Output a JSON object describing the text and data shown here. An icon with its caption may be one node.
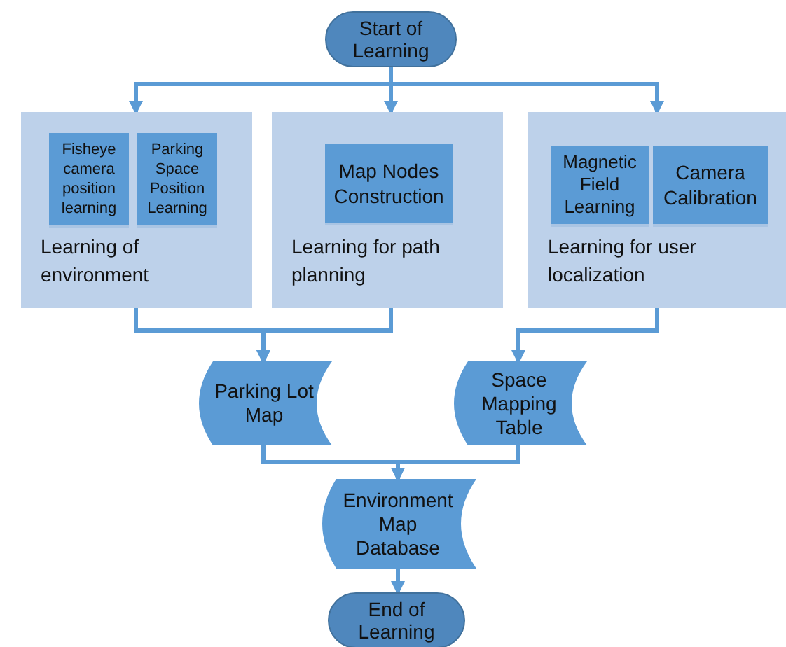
{
  "diagram": {
    "nodes": [
      {
        "text": [
          "Start of Learning"
        ]
      },
      {
        "text": [
          "Learning of environment"
        ]
      },
      {
        "text": [
          "Fisheye camera position learning"
        ],
        "in": 1
      },
      {
        "text": [
          "Parking Space Position Learning"
        ],
        "in": 1
      },
      {
        "text": [
          "Learning for path planning"
        ]
      },
      {
        "text": [
          "Map Nodes Construction"
        ],
        "in": 4
      },
      {
        "text": [
          "Learning for user localization"
        ]
      },
      {
        "text": [
          "Magnetic Field Learning"
        ],
        "in": 6
      },
      {
        "text": [
          "Camera Calibration"
        ],
        "in": 6
      },
      {
        "text": [
          "Parking Lot Map"
        ]
      },
      {
        "text": [
          "Space Mapping Table"
        ]
      },
      {
        "text": [
          "Environment Map Database"
        ]
      },
      {
        "text": [
          "End of Learning"
        ]
      }
    ],
    "edges": [
      {
        "from": 0,
        "to": 1,
        "arrow": "to"
      },
      {
        "from": 0,
        "to": 4,
        "arrow": "to"
      },
      {
        "from": 0,
        "to": 6,
        "arrow": "to"
      },
      {
        "from": 1,
        "to": 9,
        "arrow": "to"
      },
      {
        "from": 4,
        "to": 9,
        "arrow": "to"
      },
      {
        "from": 6,
        "to": 10,
        "arrow": "to"
      },
      {
        "from": 9,
        "to": 11,
        "arrow": "to"
      },
      {
        "from": 10,
        "to": 11,
        "arrow": "to"
      },
      {
        "from": 11,
        "to": 12,
        "arrow": "to"
      }
    ]
  }
}
